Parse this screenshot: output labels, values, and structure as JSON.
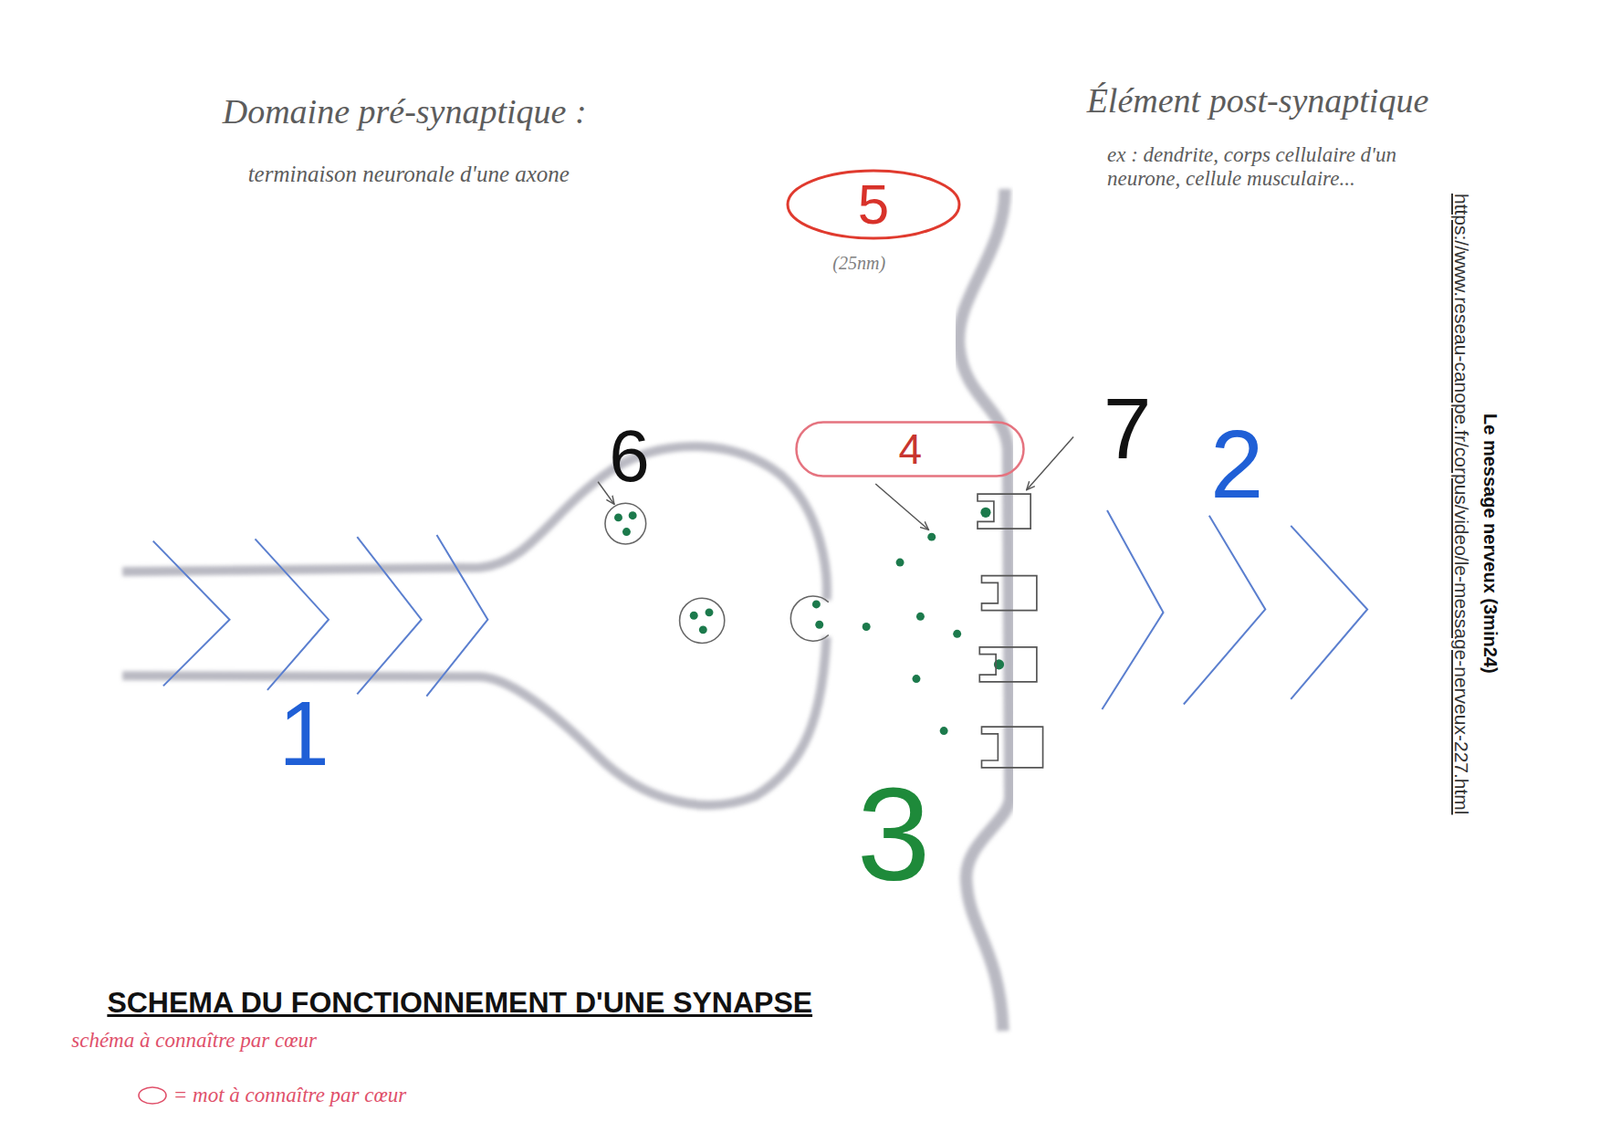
{
  "diagram": {
    "title": "SCHEMA DU FONCTIONNEMENT D'UNE SYNAPSE",
    "nodes": [
      {
        "text": [
          "5"
        ]
      },
      {
        "text": [
          "4"
        ]
      }
    ],
    "labels": [
      "Domaine pré-synaptique :",
      "terminaison neuronale d'une axone",
      "Élément post-synaptique",
      "ex : dendrite, corps cellulaire d'un neurone, cellule musculaire...",
      "(25nm)",
      "6",
      "7",
      "2",
      "1",
      "3",
      "Le message nerveux (3min24)",
      "https://www.reseau-canope.fr/corpus/video/le-message-nerveux-227.html",
      "schéma à connaître par cœur"
    ],
    "legend": [
      {
        "text": "= mot à connaître par cœur"
      }
    ]
  }
}
